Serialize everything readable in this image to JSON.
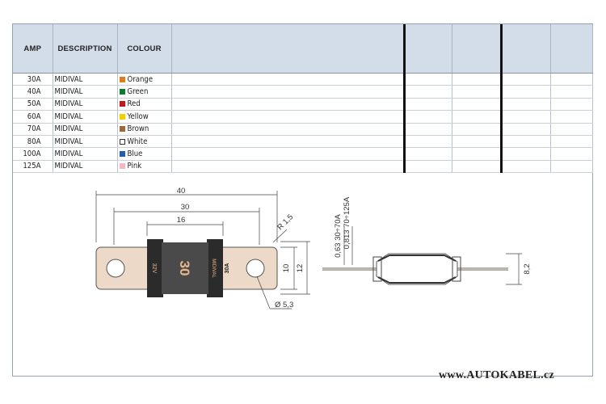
{
  "table": {
    "headers": [
      "AMP",
      "DESCRIPTION",
      "COLOUR"
    ],
    "rows": [
      {
        "amp": "30A",
        "description": "MIDIVAL",
        "colour": "Orange",
        "swatch": "#e07b1f"
      },
      {
        "amp": "40A",
        "description": "MIDIVAL",
        "colour": "Green",
        "swatch": "#0f7a2f"
      },
      {
        "amp": "50A",
        "description": "MIDIVAL",
        "colour": "Red",
        "swatch": "#c4161c"
      },
      {
        "amp": "60A",
        "description": "MIDIVAL",
        "colour": "Yellow",
        "swatch": "#f2d000"
      },
      {
        "amp": "70A",
        "description": "MIDIVAL",
        "colour": "Brown",
        "swatch": "#9c6a3a"
      },
      {
        "amp": "80A",
        "description": "MIDIVAL",
        "colour": "White",
        "swatch": "#ffffff"
      },
      {
        "amp": "100A",
        "description": "MIDIVAL",
        "colour": "Blue",
        "swatch": "#1f5fae"
      },
      {
        "amp": "125A",
        "description": "MIDIVAL",
        "colour": "Pink",
        "swatch": "#f3b8c4"
      }
    ]
  },
  "drawing": {
    "dim_overall": "40",
    "dim_mid": "30",
    "dim_body": "16",
    "dim_radius": "R 1,5",
    "dim_hole": "Ø 5,3",
    "dim_height_inner": "10",
    "dim_height_outer": "12",
    "dim_thickness_a": "0,63 30÷70A",
    "dim_thickness_b": "0,813 70÷125A",
    "dim_side_height": "8,2",
    "fuse_rating_big": "30",
    "fuse_rating_small": "30A",
    "fuse_voltage": "32V",
    "fuse_brand": "MIDIVAL"
  },
  "footer": {
    "website": "www.AUTOKABEL.cz"
  }
}
